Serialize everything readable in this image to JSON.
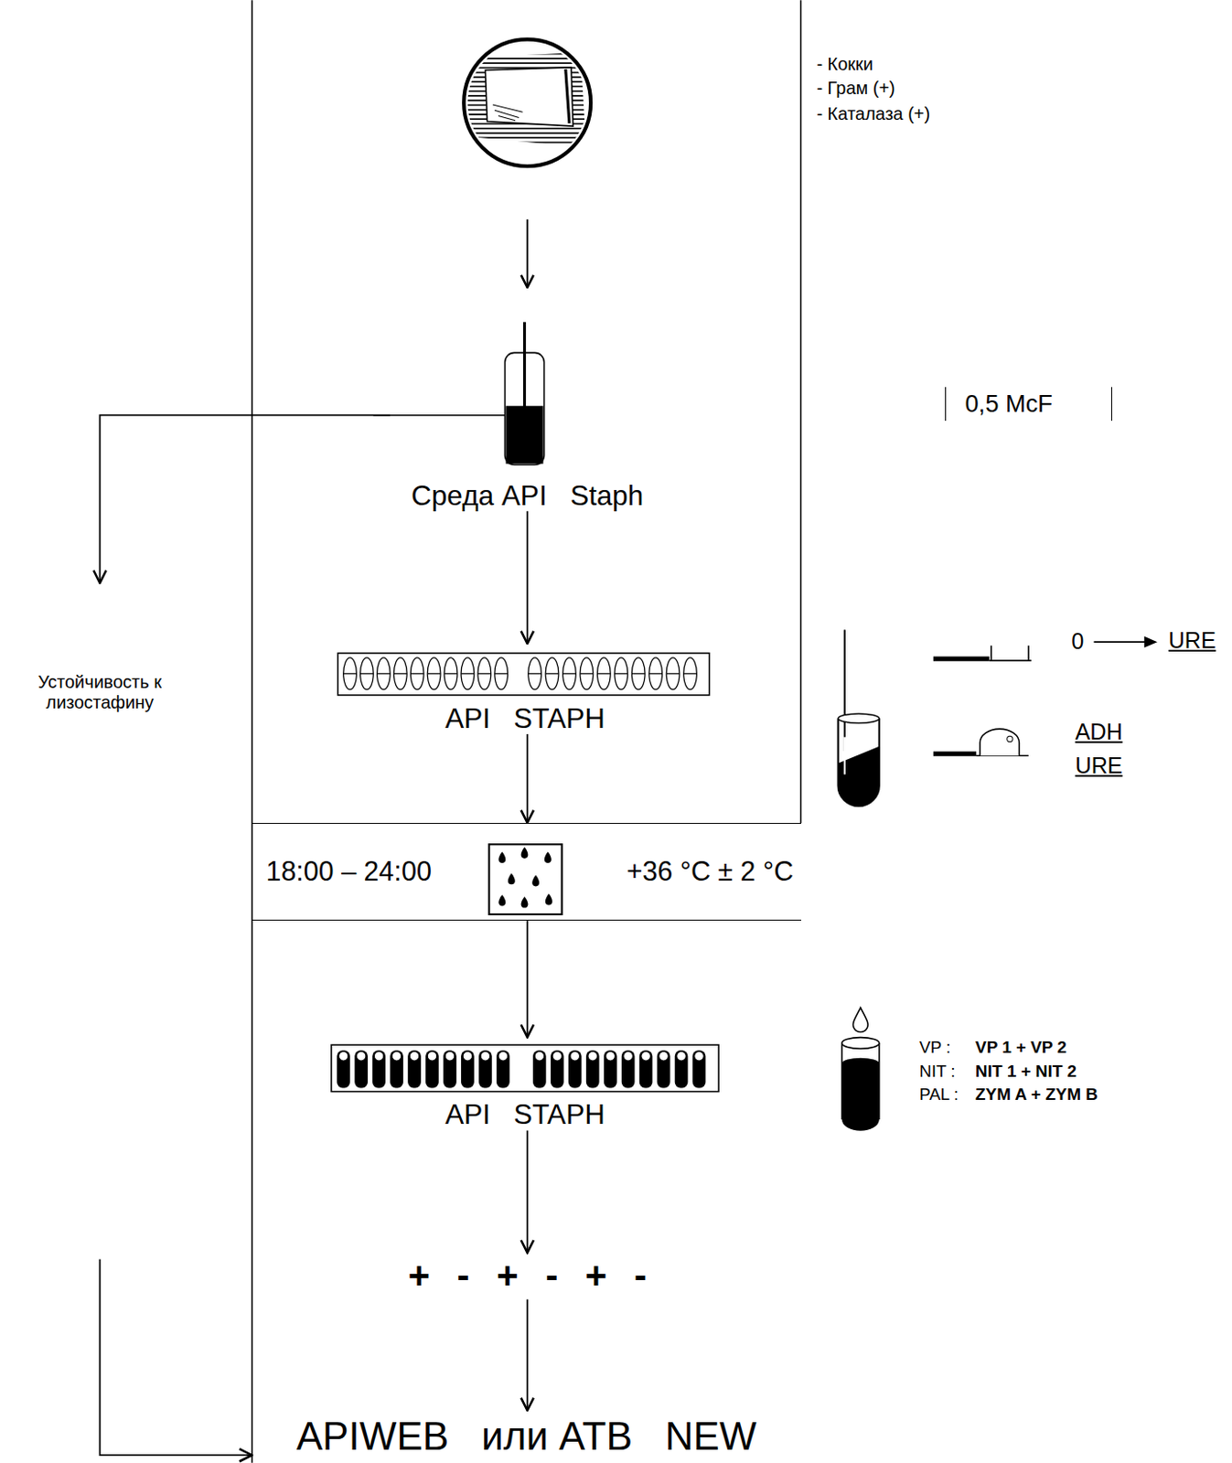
{
  "diagram": {
    "nodes": [
      {
        "text": [
          "0,5 McF"
        ]
      },
      {
        "text": [
          "Среда API   Staph"
        ]
      },
      {
        "text": [
          "Устойчивость к лизостафину"
        ]
      },
      {
        "text": [
          "API   STAPH"
        ]
      },
      {
        "text": [
          "18:00 – 24:00",
          "+36 °C ± 2 °C"
        ]
      },
      {
        "text": [
          "API   STAPH"
        ]
      },
      {
        "text": [
          "+ - + - + -"
        ]
      },
      {
        "text": [
          "APIWEB   или ATB   NEW"
        ]
      }
    ],
    "edges": [
      {
        "from": 1,
        "to": 3,
        "arrow": "to"
      },
      {
        "from": 3,
        "to": 4,
        "arrow": "to"
      },
      {
        "from": 4,
        "to": 5,
        "arrow": "to"
      },
      {
        "from": 5,
        "to": 6,
        "arrow": "to"
      },
      {
        "from": 6,
        "to": 7,
        "arrow": "to"
      },
      {
        "from": 1,
        "to": 2,
        "arrow": "to"
      },
      {
        "from": 2,
        "to": 7,
        "arrow": "to"
      }
    ],
    "labels": [
      "- Кокки",
      "- Грам (+)",
      "- Каталаза (+)",
      "0",
      "URE",
      "ADH",
      "URE",
      "VP :",
      "VP 1 + VP 2",
      "NIT :",
      "NIT 1 + NIT 2",
      "PAL :",
      "ZYM A + ZYM B"
    ]
  }
}
